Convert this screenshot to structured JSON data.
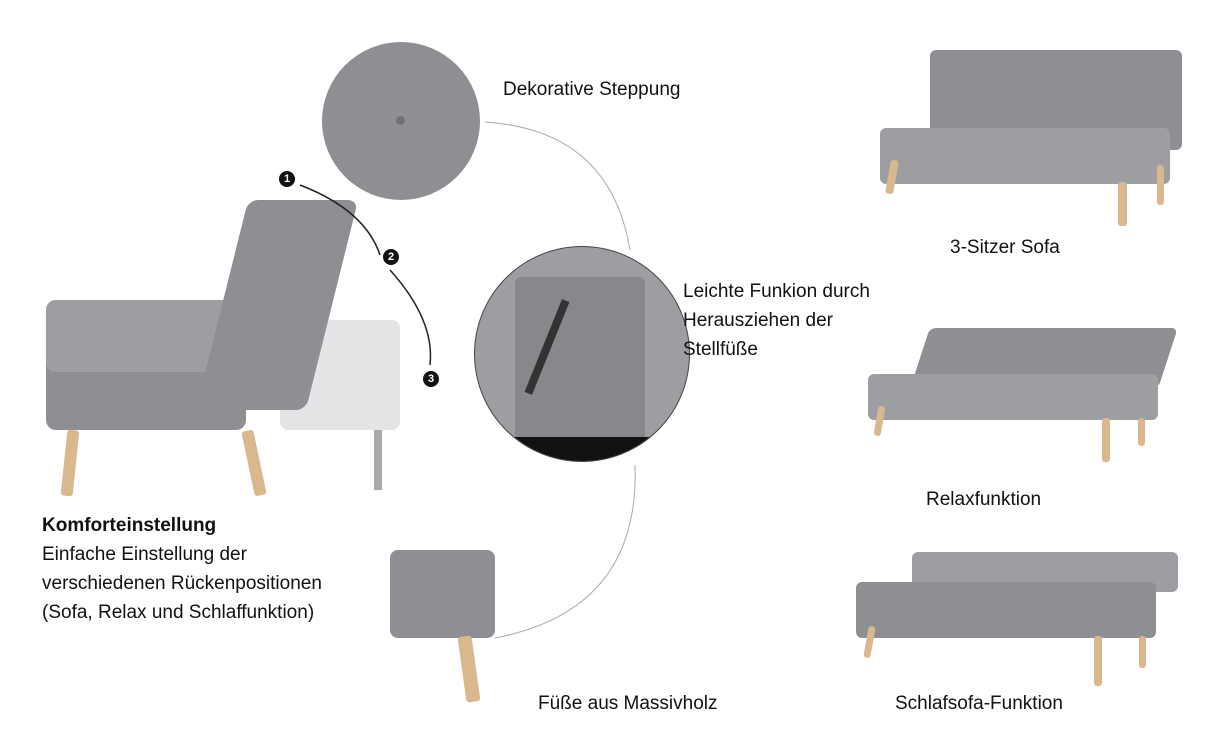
{
  "labels": {
    "stitching": "Dekorative Steppung",
    "function_lines": [
      "Leichte Funkion durch",
      "Herausziehen der",
      "Stellfüße"
    ],
    "feet": "Füße aus Massivholz",
    "sofa3": "3-Sitzer Sofa",
    "relax": "Relaxfunktion",
    "sleep": "Schlafsofa-Funktion"
  },
  "comfort": {
    "title": "Komforteinstellung",
    "lines": [
      "Einfache Einstellung der",
      "verschiedenen Rückenpositionen",
      "(Sofa, Relax und Schlaffunktion)"
    ]
  },
  "positions": [
    "1",
    "2",
    "3"
  ],
  "colors": {
    "fabric": "#8d8f93",
    "wood": "#d9b88e"
  }
}
